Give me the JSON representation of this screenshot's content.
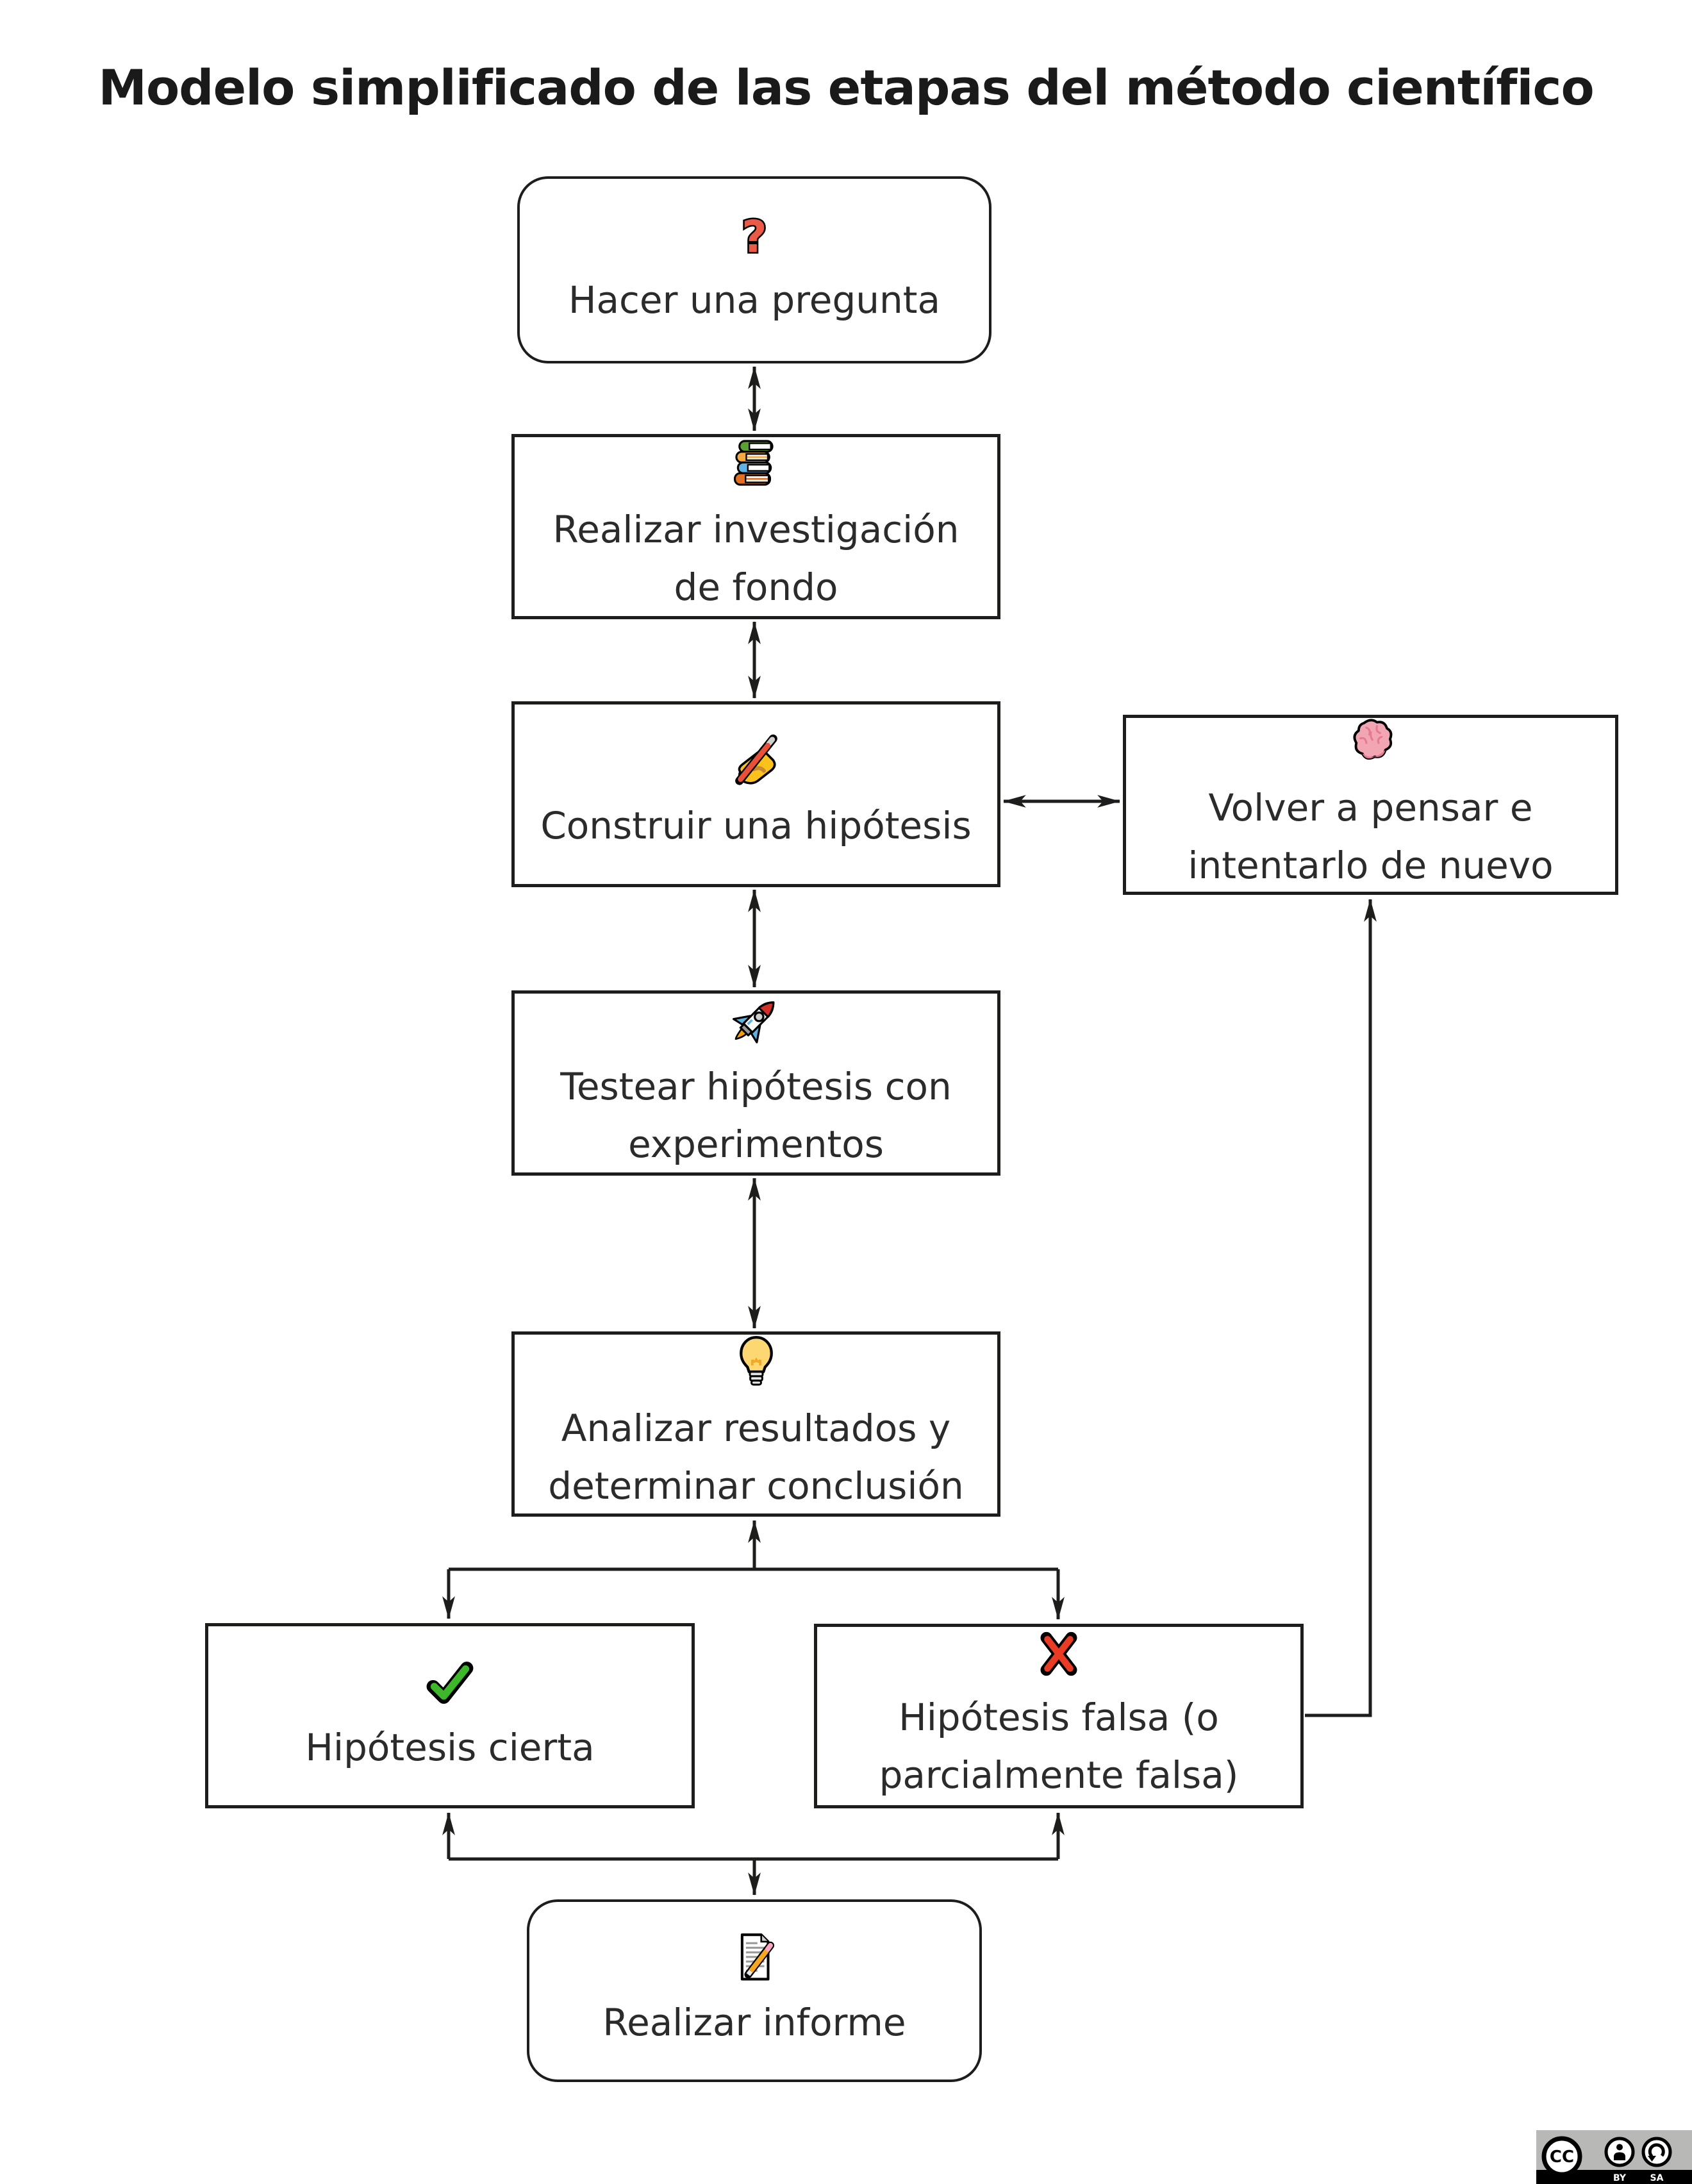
{
  "title": "Modelo simplificado de las etapas del método científico",
  "nodes": [
    {
      "id": "ask",
      "label": "Hacer una pregunta",
      "icon": "question-mark",
      "shape": "rounded"
    },
    {
      "id": "research",
      "label": "Realizar investigación de fondo",
      "icon": "books",
      "shape": "rect"
    },
    {
      "id": "hypothesis",
      "label": "Construir una hipótesis",
      "icon": "writing-hand",
      "shape": "rect"
    },
    {
      "id": "test",
      "label": "Testear hipótesis con experimentos",
      "icon": "rocket",
      "shape": "rect"
    },
    {
      "id": "analyze",
      "label": "Analizar resultados y determinar conclusión",
      "icon": "light-bulb",
      "shape": "rect"
    },
    {
      "id": "true",
      "label": "Hipótesis cierta",
      "icon": "check-mark",
      "shape": "rect"
    },
    {
      "id": "false",
      "label": "Hipótesis falsa (o parcialmente falsa)",
      "icon": "cross-mark",
      "shape": "rect"
    },
    {
      "id": "report",
      "label": "Realizar informe",
      "icon": "memo",
      "shape": "rounded"
    },
    {
      "id": "rethink",
      "label": "Volver a pensar e intentarlo de nuevo",
      "icon": "brain",
      "shape": "rect"
    }
  ],
  "license": {
    "cc": "CC",
    "by": "BY",
    "sa": "SA"
  },
  "colors": {
    "line": "#1d1d1b",
    "text": "#2b2b2b",
    "question_red": "#ea5a47",
    "check_green": "#3eb72a",
    "cross_red": "#ea3b24",
    "brain_pink": "#f2a6b4",
    "bulb_yellow": "#fcd772",
    "hand_yellow": "#fcc21b",
    "badge_gray": "#b8b8b6"
  }
}
